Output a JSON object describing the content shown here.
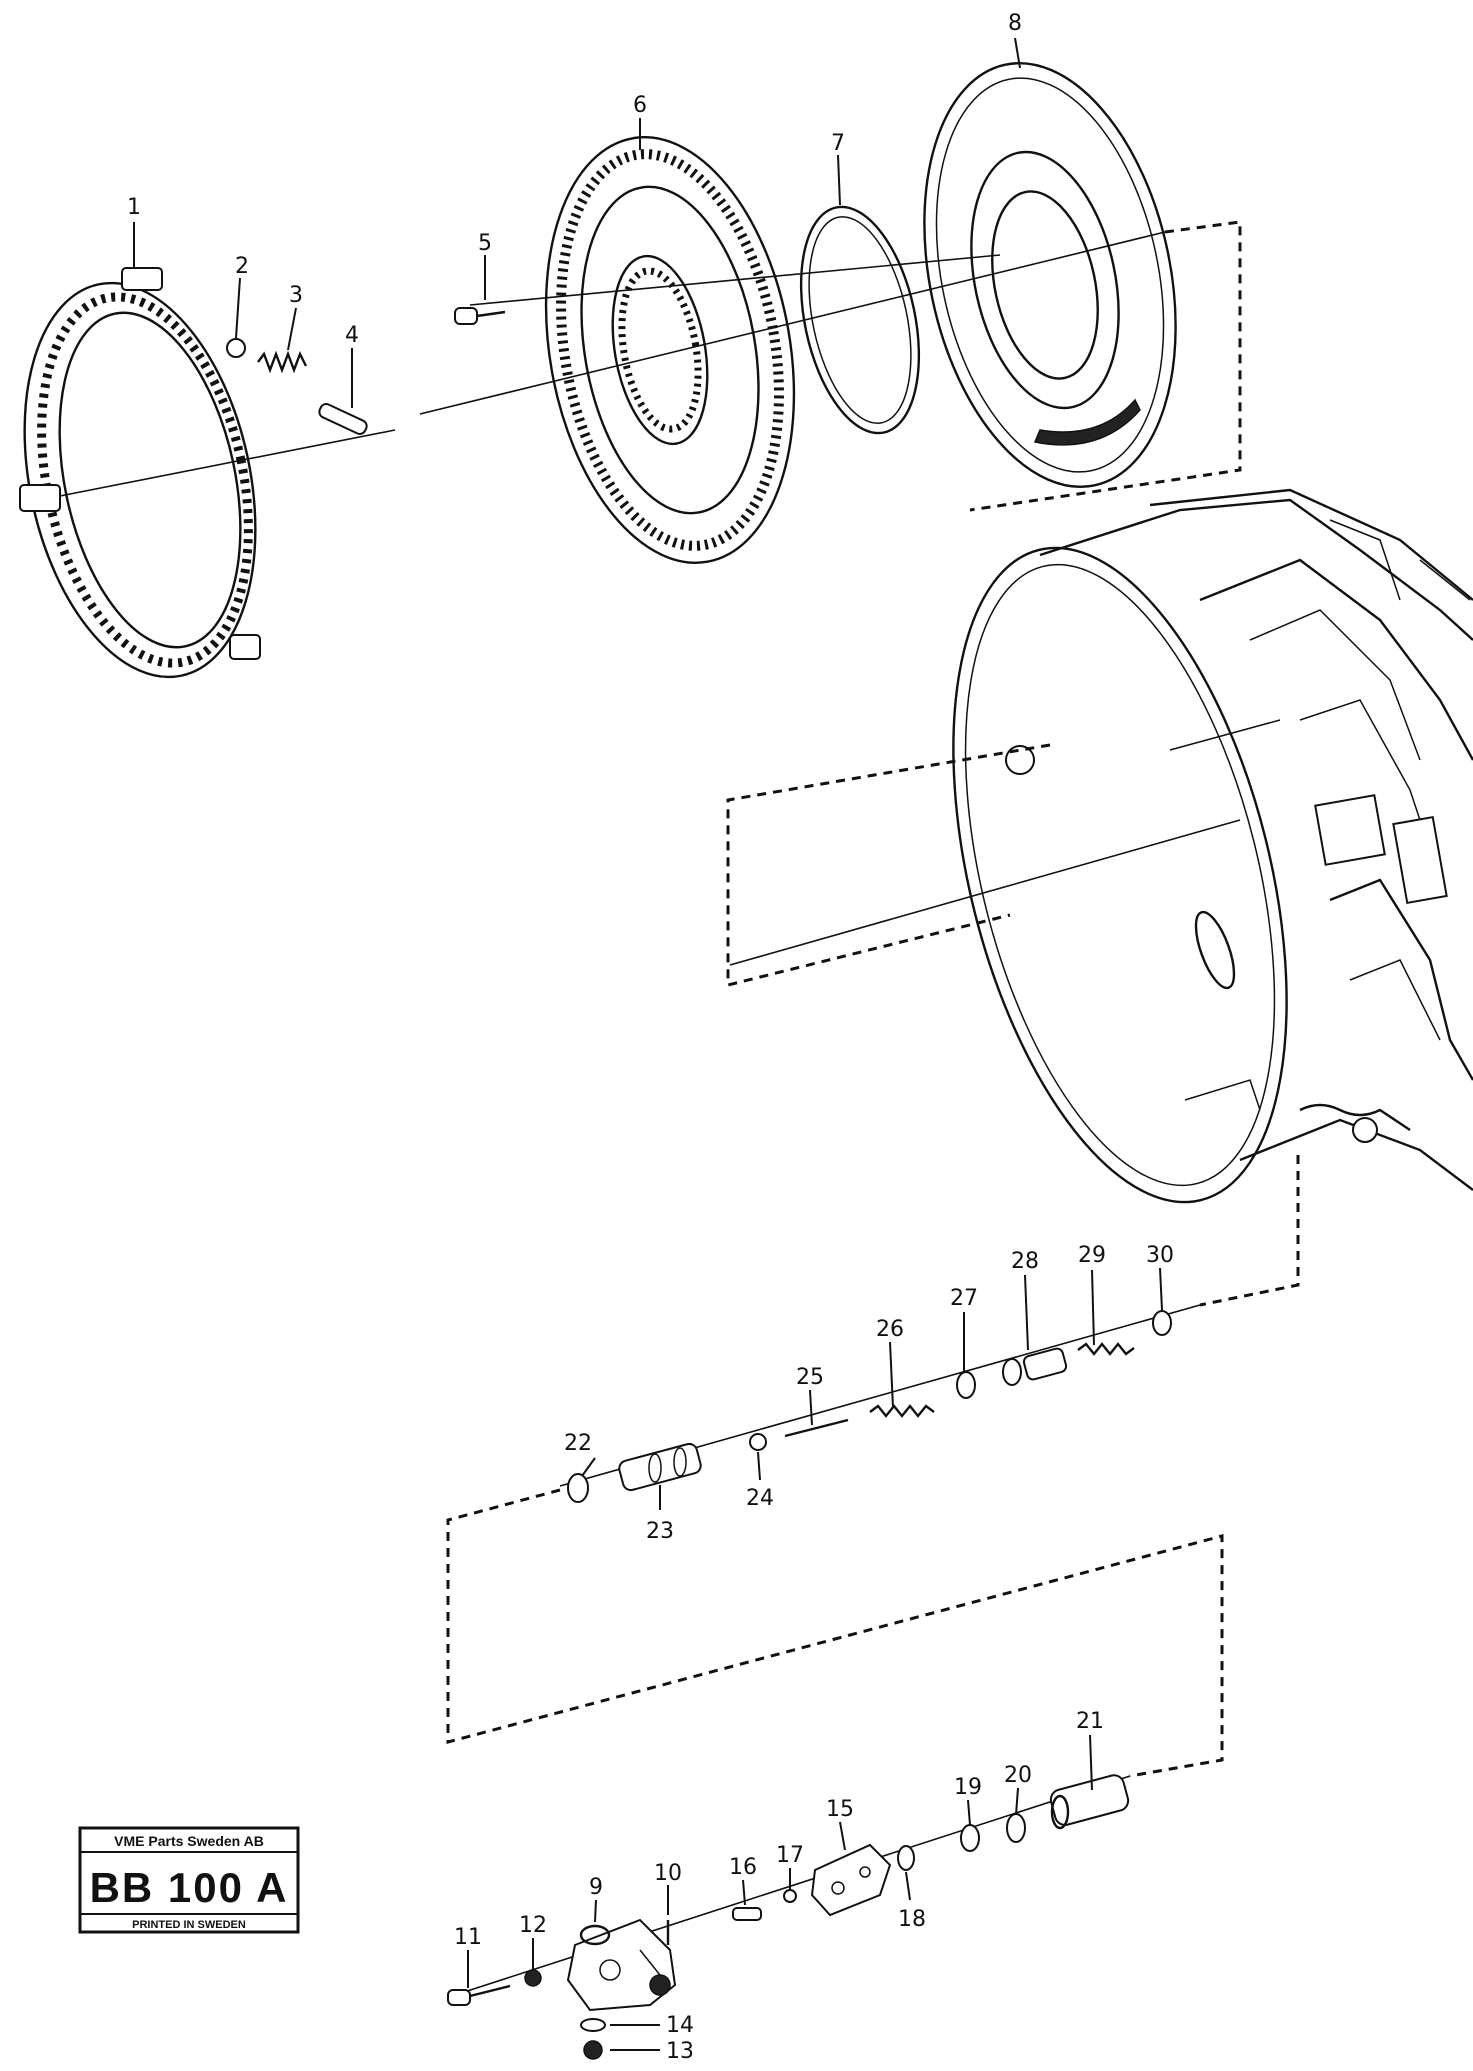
{
  "diagram": {
    "part_labels": [
      "1",
      "2",
      "3",
      "4",
      "5",
      "6",
      "7",
      "8",
      "9",
      "10",
      "11",
      "12",
      "13",
      "14",
      "15",
      "16",
      "17",
      "18",
      "19",
      "20",
      "21",
      "22",
      "23",
      "24",
      "25",
      "26",
      "27",
      "28",
      "29",
      "30"
    ]
  },
  "stamp": {
    "title": "VME Parts Sweden AB",
    "code": "BB 100 A",
    "subtitle": "PRINTED IN SWEDEN"
  }
}
